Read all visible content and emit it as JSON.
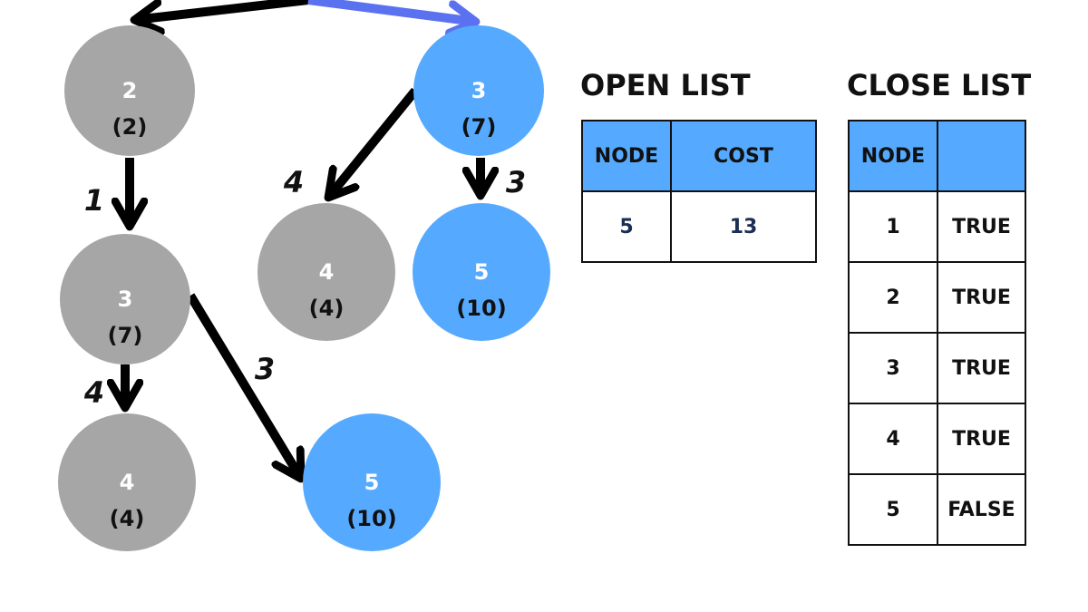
{
  "graph": {
    "nodes": [
      {
        "id": "n2",
        "label": "2",
        "cost": "(2)",
        "state": "closed"
      },
      {
        "id": "n3a",
        "label": "3",
        "cost": "(7)",
        "state": "open"
      },
      {
        "id": "n3b",
        "label": "3",
        "cost": "(7)",
        "state": "closed"
      },
      {
        "id": "n4a",
        "label": "4",
        "cost": "(4)",
        "state": "closed"
      },
      {
        "id": "n5a",
        "label": "5",
        "cost": "(10)",
        "state": "open"
      },
      {
        "id": "n4b",
        "label": "4",
        "cost": "(4)",
        "state": "closed"
      },
      {
        "id": "n5b",
        "label": "5",
        "cost": "(10)",
        "state": "open"
      }
    ],
    "edges": [
      {
        "from": "root",
        "to": "n2",
        "weight": "",
        "highlight": false
      },
      {
        "from": "root",
        "to": "n3a",
        "weight": "",
        "highlight": true
      },
      {
        "from": "n2",
        "to": "n3b",
        "weight": "1"
      },
      {
        "from": "n3a",
        "to": "n4a",
        "weight": "4"
      },
      {
        "from": "n3a",
        "to": "n5a",
        "weight": "3"
      },
      {
        "from": "n3b",
        "to": "n4b",
        "weight": "4"
      },
      {
        "from": "n3b",
        "to": "n5b",
        "weight": "3"
      }
    ],
    "colors": {
      "closed": "#a6a6a6",
      "open": "#55aaff",
      "edge": "#000000",
      "highlight_edge": "#5b72f0"
    }
  },
  "open_list": {
    "title": "OPEN LIST",
    "headers": [
      "NODE",
      "COST"
    ],
    "rows": [
      [
        "5",
        "13"
      ]
    ]
  },
  "close_list": {
    "title": "CLOSE LIST",
    "headers": [
      "NODE",
      ""
    ],
    "rows": [
      [
        "1",
        "TRUE"
      ],
      [
        "2",
        "TRUE"
      ],
      [
        "3",
        "TRUE"
      ],
      [
        "4",
        "TRUE"
      ],
      [
        "5",
        "FALSE"
      ]
    ]
  }
}
